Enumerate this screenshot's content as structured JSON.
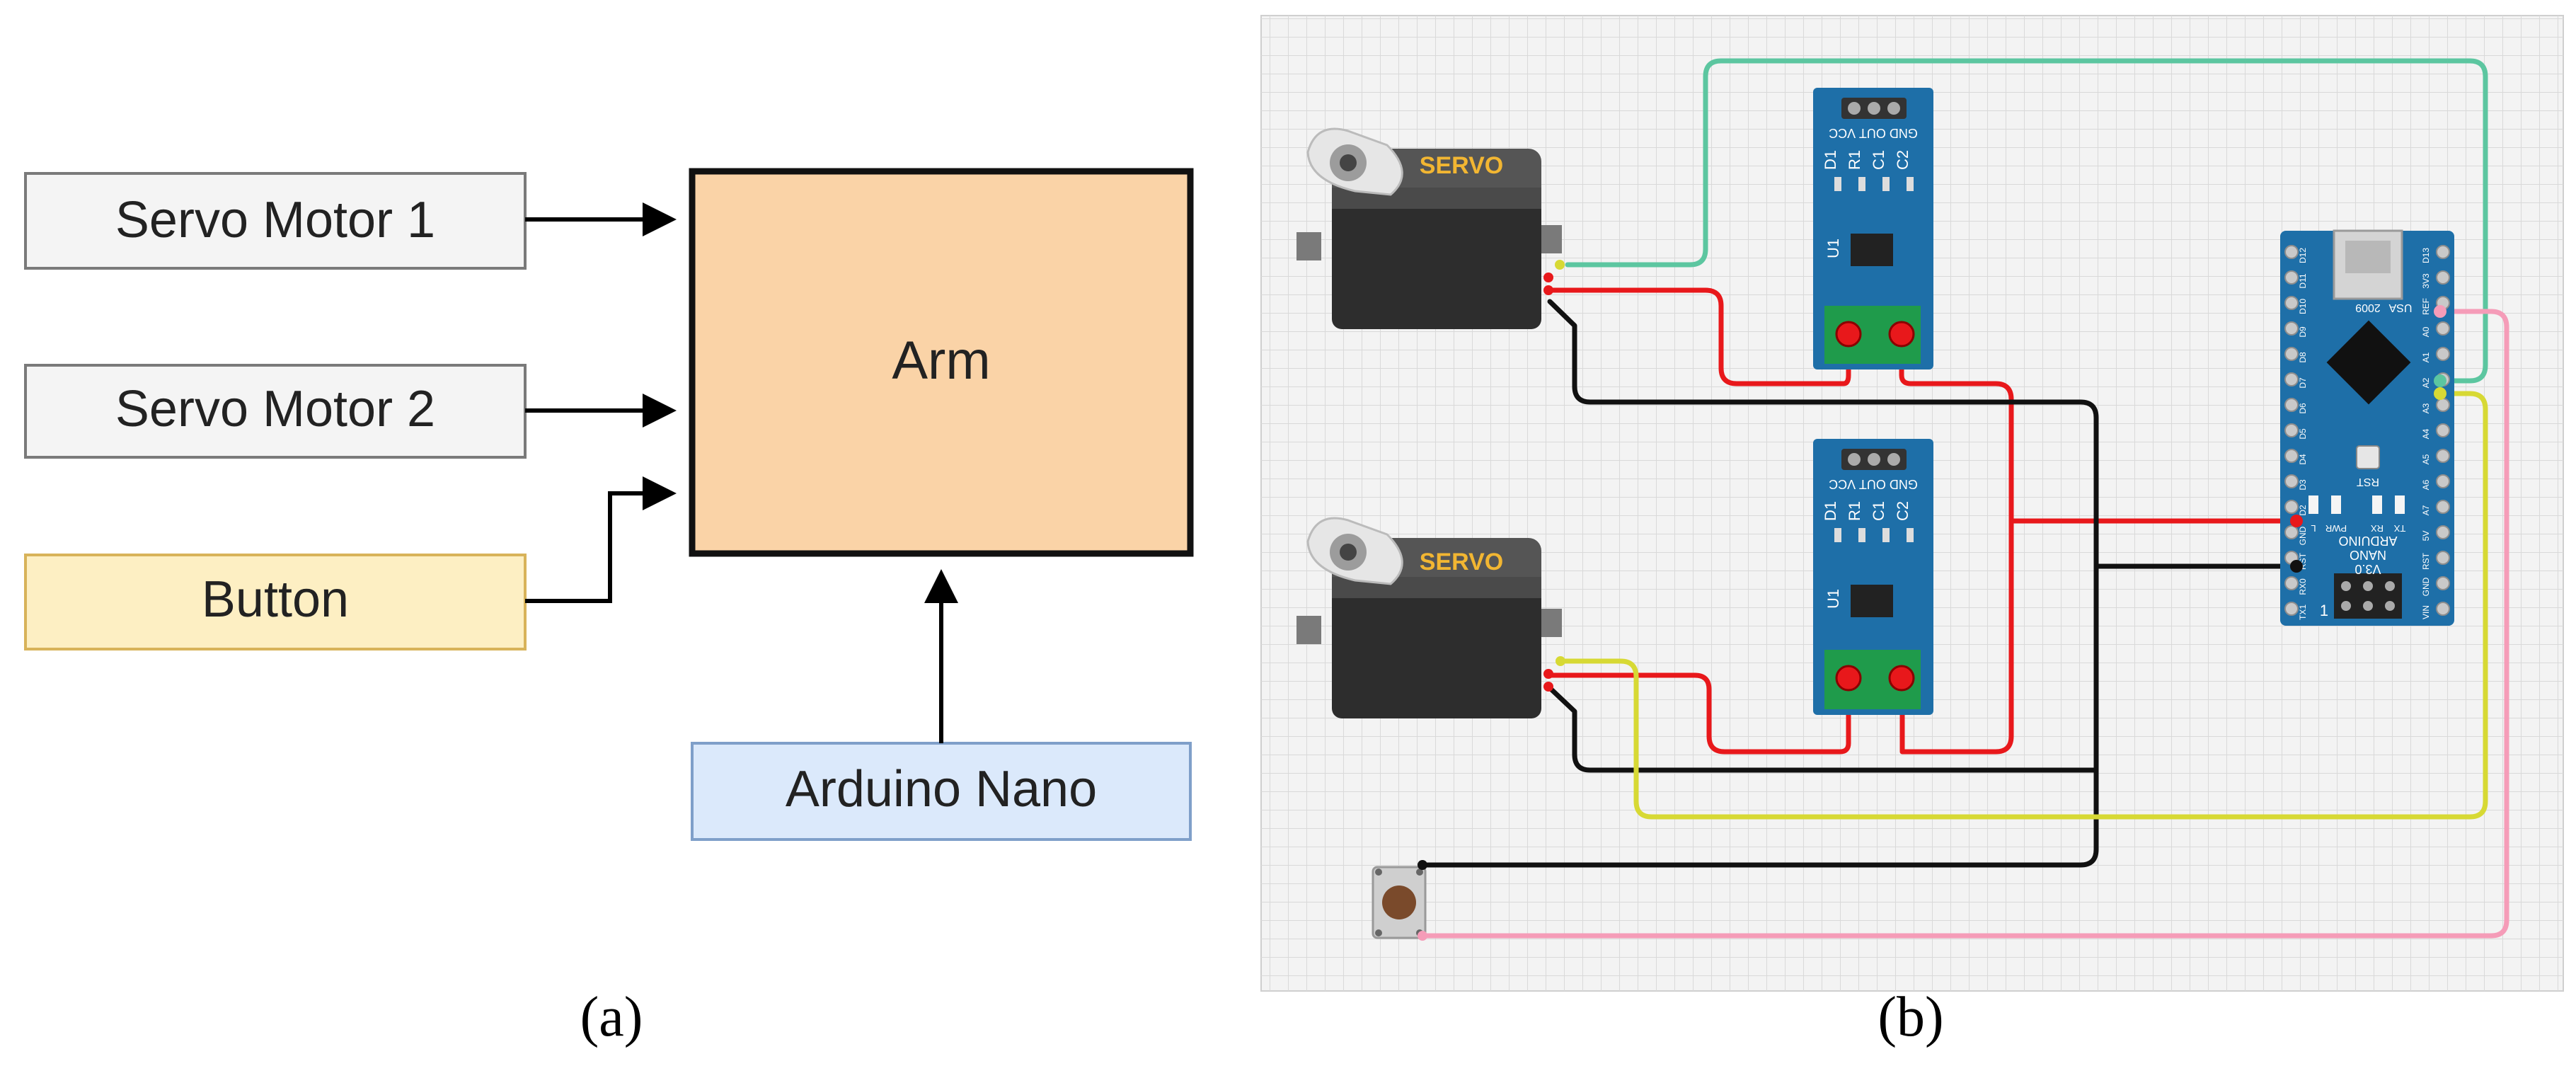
{
  "panel_a": {
    "blocks": {
      "servo1": "Servo Motor 1",
      "servo2": "Servo Motor 2",
      "button": "Button",
      "arm": "Arm",
      "nano": "Arduino Nano"
    },
    "caption": "(a)"
  },
  "panel_b": {
    "caption": "(b)",
    "servo_label": "SERVO",
    "sensor_pins": "GND OUT VCC",
    "sensor_parts": [
      "D1",
      "R1",
      "C1",
      "C2"
    ],
    "sensor_chip": "U1",
    "nano_board": [
      "ARDUINO",
      "NANO",
      "V3.0"
    ],
    "nano_year": "2009",
    "nano_usa": "USA",
    "nano_rst": "RST",
    "nano_icsp_mark": "1",
    "nano_leds": [
      "L",
      "PWR",
      "RX",
      "TX"
    ],
    "nano_pins_left": [
      "D12",
      "D11",
      "D10",
      "D9",
      "D8",
      "D7",
      "D6",
      "D5",
      "D4",
      "D3",
      "D2",
      "GND",
      "RST",
      "RX0",
      "TX1"
    ],
    "nano_pins_right": [
      "D13",
      "3V3",
      "REF",
      "A0",
      "A1",
      "A2",
      "A3",
      "A4",
      "A5",
      "A6",
      "A7",
      "5V",
      "RST",
      "GND",
      "VIN"
    ]
  },
  "colors": {
    "servo_box_fill": "#f4f4f4",
    "button_fill": "#fdefc3",
    "arm_fill": "#fad3a7",
    "nano_box_fill": "#dbe9fb",
    "wire_teal": "#5cc6a0",
    "wire_red": "#e8181b",
    "wire_black": "#111111",
    "wire_yellow": "#d7d934",
    "wire_pink": "#f59cb8",
    "board_blue": "#1e6fa8",
    "terminal_green": "#1f9b4b",
    "grid_bg": "#f3f3f3",
    "grid_line": "#d9d9d9"
  }
}
